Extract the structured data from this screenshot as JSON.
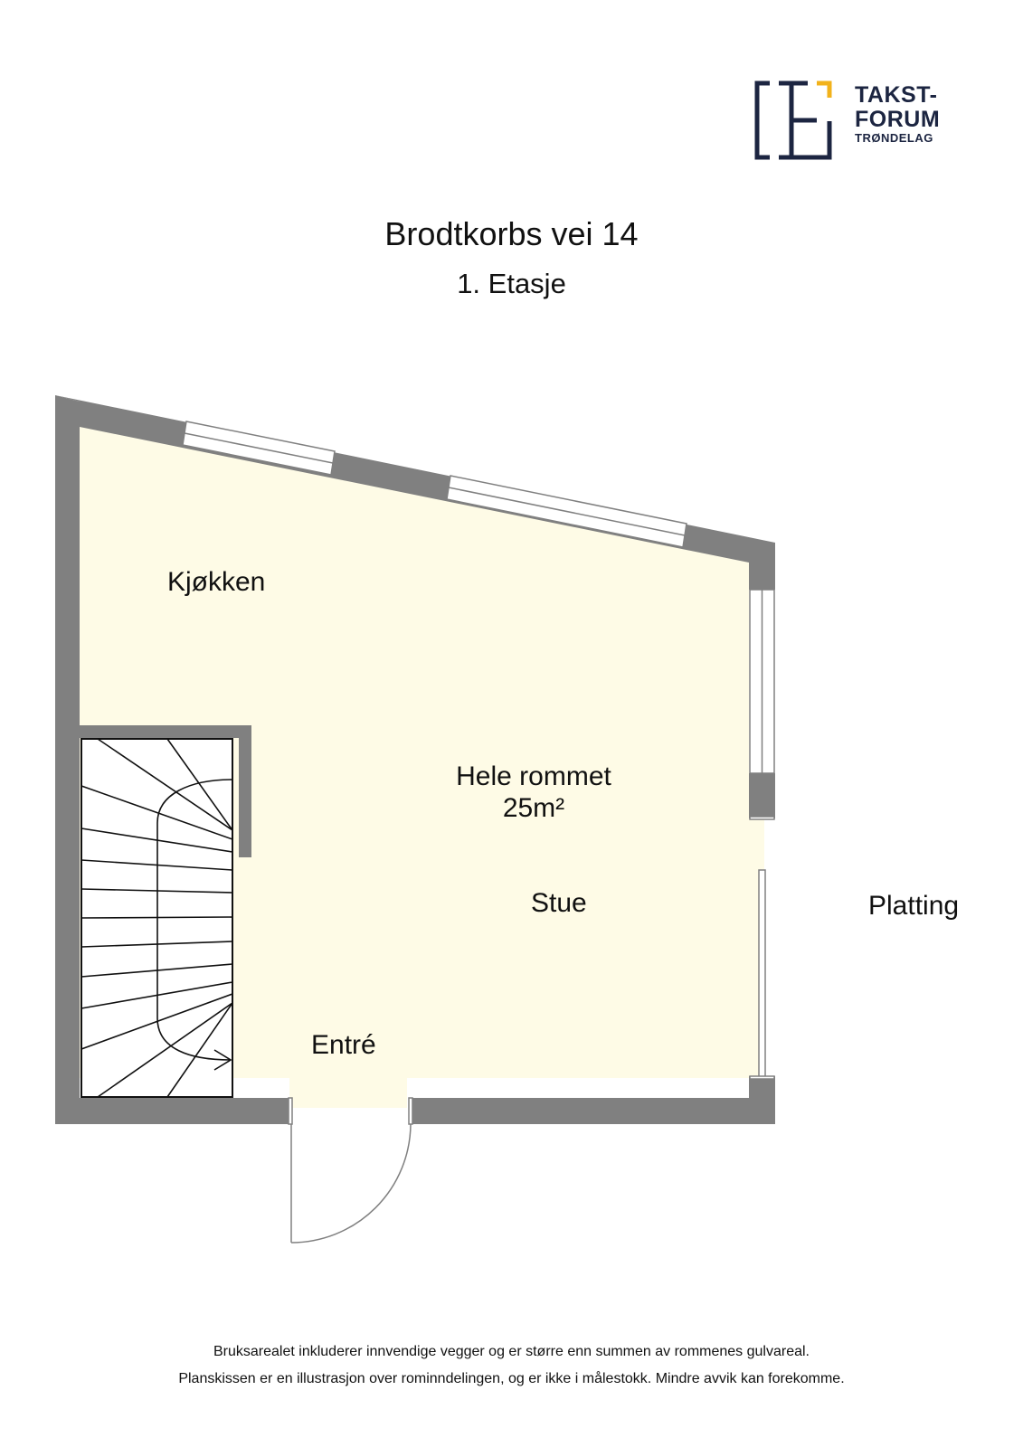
{
  "logo": {
    "line1": "TAKST-",
    "line2": "FORUM",
    "line3": "TRØNDELAG",
    "colors": {
      "navy": "#1c2541",
      "accent": "#f2b21b"
    }
  },
  "header": {
    "title": "Brodtkorbs vei 14",
    "subtitle": "1. Etasje"
  },
  "floorplan": {
    "colors": {
      "wall": "#808080",
      "floor": "#fefbe6",
      "window": "#ffffff",
      "stair_line": "#111111"
    },
    "rooms": {
      "kitchen": "Kjøkken",
      "total_label": "Hele rommet",
      "total_area": "25m²",
      "living": "Stue",
      "entrance": "Entré",
      "deck": "Platting"
    }
  },
  "footer": {
    "line1": "Bruksarealet inkluderer innvendige vegger og er større enn summen av rommenes gulvareal.",
    "line2": "Planskissen er en illustrasjon over rominndelingen, og er ikke i målestokk. Mindre avvik kan forekomme."
  }
}
